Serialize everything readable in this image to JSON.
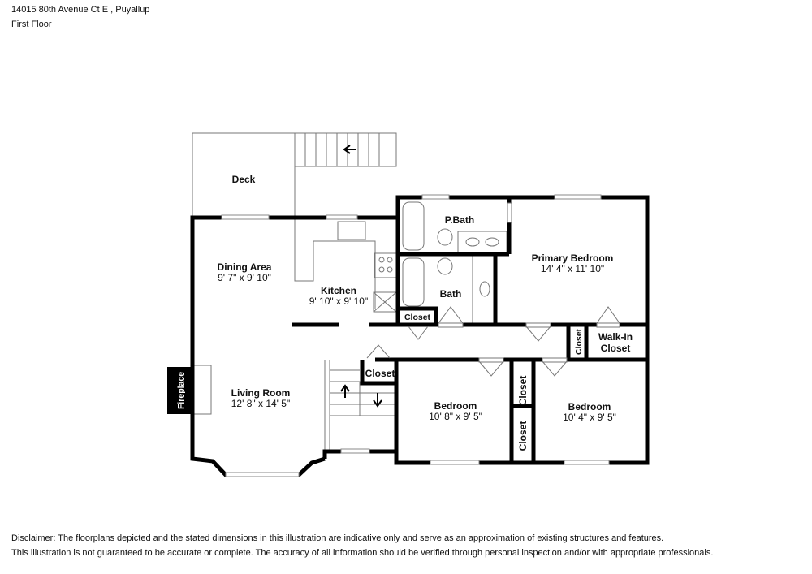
{
  "header": {
    "address": "14015 80th Avenue Ct E , Puyallup",
    "floor": "First Floor"
  },
  "rooms": {
    "deck": {
      "name": "Deck"
    },
    "dining": {
      "name": "Dining Area",
      "dims": "9' 7\" x 9' 10\""
    },
    "kitchen": {
      "name": "Kitchen",
      "dims": "9' 10\" x 9' 10\""
    },
    "pbath": {
      "name": "P.Bath"
    },
    "bath": {
      "name": "Bath"
    },
    "bath_closet": {
      "name": "Closet"
    },
    "primary": {
      "name": "Primary Bedroom",
      "dims": "14' 4\" x 11' 10\""
    },
    "hall_closet": {
      "name": "Closet"
    },
    "walkin": {
      "name1": "Walk-In",
      "name2": "Closet"
    },
    "stair_closet": {
      "name": "Closet"
    },
    "living": {
      "name": "Living Room",
      "dims": "12' 8\" x 14' 5\""
    },
    "fireplace": {
      "name": "Fireplace"
    },
    "bedroom1": {
      "name": "Bedroom",
      "dims": "10' 8\" x 9' 5\""
    },
    "closet_a": {
      "name": "Closet"
    },
    "closet_b": {
      "name": "Closet"
    },
    "bedroom2": {
      "name": "Bedroom",
      "dims": "10' 4\" x 9' 5\""
    }
  },
  "disclaimer": {
    "line1": "Disclaimer: The floorplans depicted and the stated dimensions in this illustration are indicative only and serve as an approximation of existing structures and features.",
    "line2": "This illustration is not guaranteed to be accurate or complete. The accuracy of all information should be verified through personal inspection and/or with appropriate professionals."
  }
}
